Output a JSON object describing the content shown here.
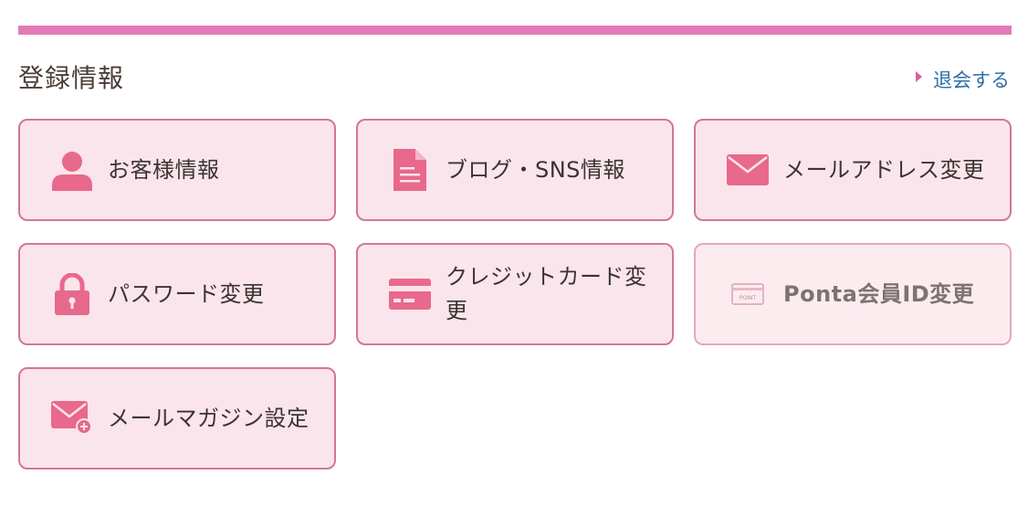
{
  "section": {
    "title": "登録情報",
    "withdraw_label": "退会する"
  },
  "colors": {
    "accent_bar": "#e27ab8",
    "card_bg": "#fbe5ec",
    "card_border": "#d2788f",
    "icon_pink": "#e8698c",
    "link_blue": "#2f6fa6"
  },
  "cards": [
    {
      "label": "お客様情報",
      "icon": "user-icon",
      "enabled": true
    },
    {
      "label": "ブログ・SNS情報",
      "icon": "document-icon",
      "enabled": true
    },
    {
      "label": "メールアドレス変更",
      "icon": "envelope-icon",
      "enabled": true
    },
    {
      "label": "パスワード変更",
      "icon": "lock-icon",
      "enabled": true
    },
    {
      "label": "クレジットカード変更",
      "icon": "credit-card-icon",
      "enabled": true
    },
    {
      "label": "Ponta会員ID変更",
      "icon": "point-card-icon",
      "icon_text": "POINT",
      "enabled": false
    },
    {
      "label": "メールマガジン設定",
      "icon": "mail-add-icon",
      "enabled": true
    }
  ]
}
